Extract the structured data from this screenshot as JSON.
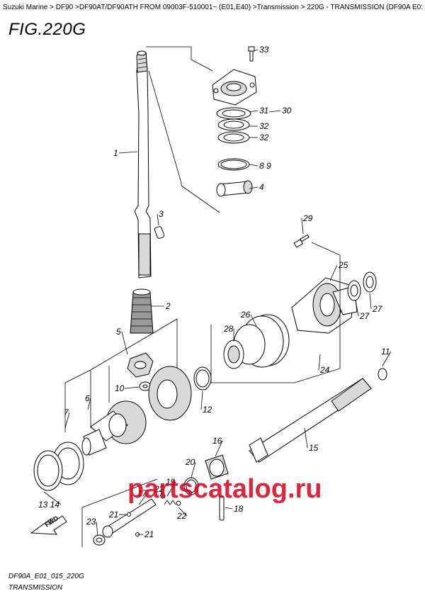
{
  "breadcrumb": [
    {
      "label": "Suzuki Marine"
    },
    {
      "label": "DF90"
    },
    {
      "label": "DF90AT/DF90ATH FROM 09003F-510001~ (E01,E40)"
    },
    {
      "label": "Transmission"
    },
    {
      "label": "220G - TRANSMISSION (DF90A E01)"
    }
  ],
  "breadcrumb_separator": " >",
  "figure_title": "FIG.220G",
  "watermark": "partscatalog.ru",
  "fwd_label": "FWD",
  "footer": {
    "code": "DF90A_E01_015_220G",
    "name": "TRANSMISSION"
  },
  "callouts": [
    "33",
    "31",
    "30",
    "32",
    "32",
    "8 9",
    "4",
    "1",
    "3",
    "2",
    "29",
    "25",
    "26",
    "28",
    "27",
    "27",
    "24",
    "5",
    "11",
    "6",
    "10",
    "7",
    "12",
    "15",
    "16",
    "20",
    "13 14",
    "17",
    "19",
    "22",
    "22",
    "21",
    "21",
    "23",
    "18"
  ]
}
